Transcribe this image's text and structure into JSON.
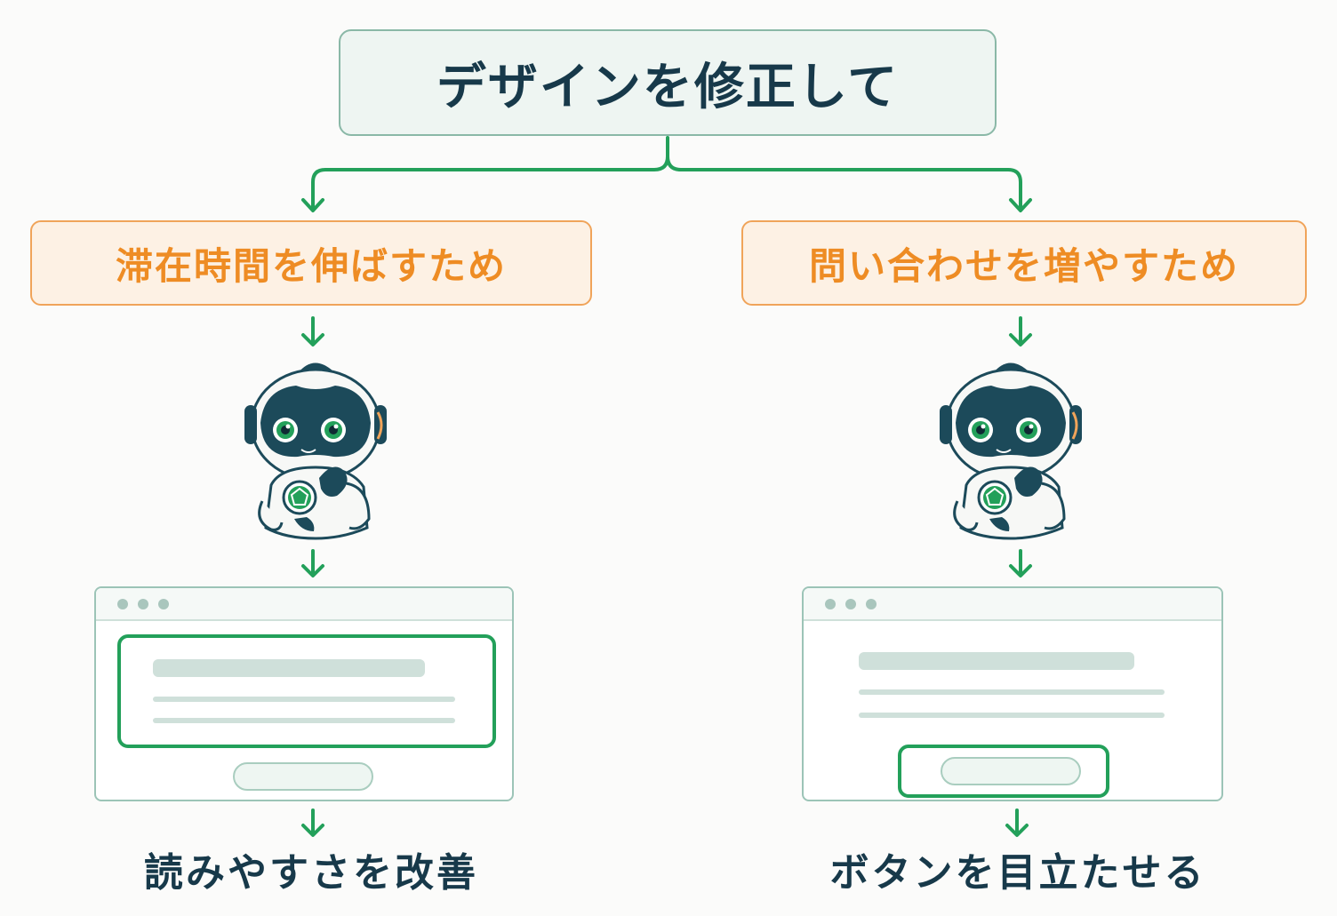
{
  "top": {
    "label": "デザインを修正して"
  },
  "reasons": [
    {
      "label": "滞在時間を伸ばすため"
    },
    {
      "label": "問い合わせを増やすため"
    }
  ],
  "results": [
    {
      "label": "読みやすさを改善"
    },
    {
      "label": "ボタンを目立たせる"
    }
  ],
  "colors": {
    "connector": "#23a05a",
    "reason_text": "#ee8c24",
    "reason_border": "#f0a45a",
    "title_text": "#17394a",
    "highlight": "#23a05a"
  }
}
